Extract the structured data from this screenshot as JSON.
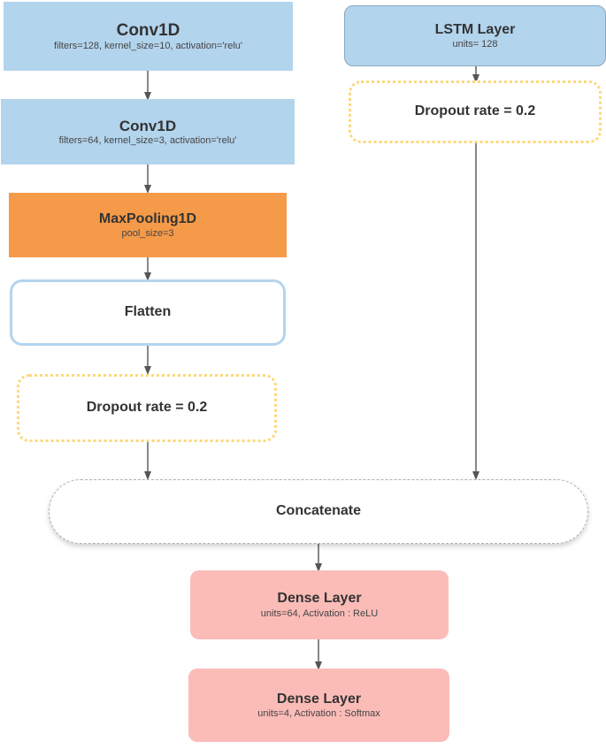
{
  "nodes": {
    "conv1d_1": {
      "title": "Conv1D",
      "params": "filters=128, kernel_size=10, activation='relu'"
    },
    "conv1d_2": {
      "title": "Conv1D",
      "params": "filters=64, kernel_size=3, activation='relu'"
    },
    "maxpool": {
      "title": "MaxPooling1D",
      "params": "pool_size=3"
    },
    "flatten": {
      "title": "Flatten"
    },
    "dropout_left": {
      "title": "Dropout rate = 0.2"
    },
    "lstm": {
      "title": "LSTM Layer",
      "params": "units= 128"
    },
    "dropout_right": {
      "title": "Dropout rate = 0.2"
    },
    "concat": {
      "title": "Concatenate"
    },
    "dense_1": {
      "title": "Dense Layer",
      "params": "units=64, Activation : ReLU"
    },
    "dense_2": {
      "title": "Dense Layer",
      "params": "units=4, Activation : Softmax"
    }
  },
  "colors": {
    "conv_fill": "#b3d4ed",
    "maxpool_fill": "#f59a48",
    "dropout_border": "#fcd87a",
    "dense_fill": "#fbbcb8",
    "arrow": "#555555"
  }
}
